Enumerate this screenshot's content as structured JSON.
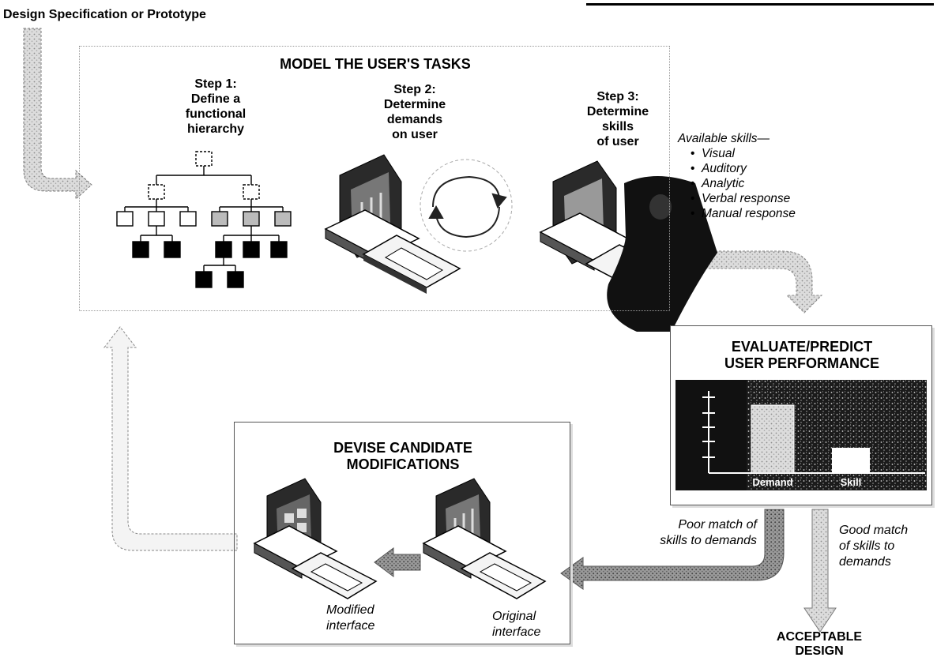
{
  "source_label": "Design Specification or Prototype",
  "model": {
    "title": "MODEL THE USER'S TASKS",
    "steps": [
      {
        "line1": "Step 1:",
        "line2": "Define a",
        "line3": "functional",
        "line4": "hierarchy"
      },
      {
        "line1": "Step 2:",
        "line2": "Determine",
        "line3": "demands",
        "line4": "on user"
      },
      {
        "line1": "Step 3:",
        "line2": "Determine",
        "line3": "skills",
        "line4": "of user"
      }
    ]
  },
  "skills": {
    "heading": "Available skills—",
    "items": [
      "Visual",
      "Auditory",
      "Analytic",
      "Verbal response",
      "Manual response"
    ]
  },
  "evaluate": {
    "title_line1": "EVALUATE/PREDICT",
    "title_line2": "USER PERFORMANCE",
    "chart_data": {
      "type": "bar",
      "categories": [
        "Demand",
        "Skill"
      ],
      "title": "",
      "xlabel": "",
      "ylabel": ""
    }
  },
  "devise": {
    "title_line1": "DEVISE CANDIDATE",
    "title_line2": "MODIFICATIONS",
    "modified_line1": "Modified",
    "modified_line2": "interface",
    "original_line1": "Original",
    "original_line2": "interface"
  },
  "poor_match": {
    "line1": "Poor match of",
    "line2": "skills to demands"
  },
  "good_match": {
    "line1": "Good match",
    "line2": "of skills to",
    "line3": "demands"
  },
  "outcome": {
    "line1": "ACCEPTABLE",
    "line2": "DESIGN"
  },
  "colors": {
    "ink": "#000000",
    "arrow_fill": "#d2d2d2",
    "arrow_dark": "#8a8a8a",
    "chart_bg": "#111111"
  }
}
